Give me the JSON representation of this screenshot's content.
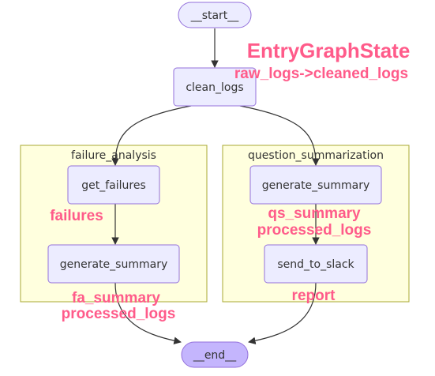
{
  "nodes": {
    "start": "__start__",
    "clean_logs": "clean_logs",
    "get_failures": "get_failures",
    "fa_generate_summary": "generate_summary",
    "qs_generate_summary": "generate_summary",
    "send_to_slack": "send_to_slack",
    "end": "__end__"
  },
  "clusters": {
    "failure_analysis": "failure_analysis",
    "question_summarization": "question_summarization"
  },
  "annotations": {
    "entry_state_title": "EntryGraphState",
    "entry_state_fields": "raw_logs->cleaned_logs",
    "failures": "failures",
    "qs_summary": "qs_summary",
    "qs_processed_logs": "processed_logs",
    "fa_summary": "fa_summary",
    "fa_processed_logs": "processed_logs",
    "report": "report"
  },
  "colors": {
    "node_fill": "#ECECFF",
    "node_stroke": "#9370DB",
    "terminal_fill": "#C4B5FD",
    "cluster_fill": "#FFFFDE",
    "cluster_stroke": "#AAAA33",
    "edge": "#333333",
    "annotation": "#FF5B8A"
  }
}
